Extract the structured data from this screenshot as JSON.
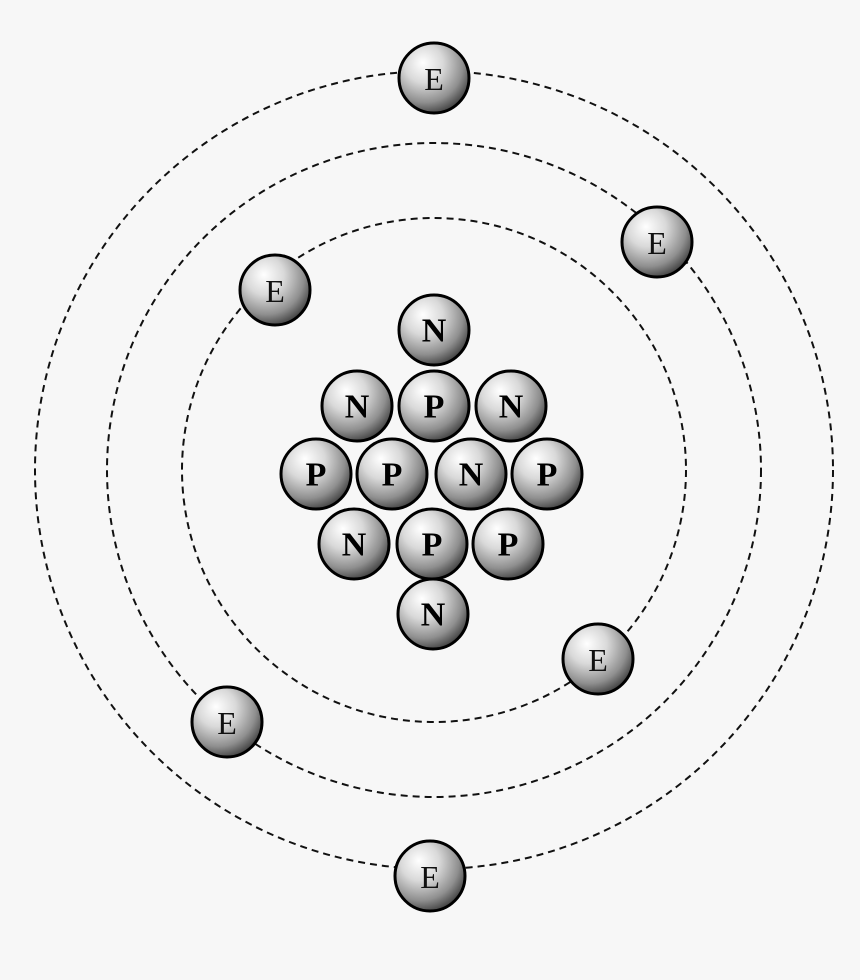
{
  "particles": {
    "nucleus": [
      {
        "label": "N"
      },
      {
        "label": "N"
      },
      {
        "label": "P"
      },
      {
        "label": "N"
      },
      {
        "label": "P"
      },
      {
        "label": "P"
      },
      {
        "label": "N"
      },
      {
        "label": "P"
      },
      {
        "label": "N"
      },
      {
        "label": "P"
      },
      {
        "label": "P"
      },
      {
        "label": "N"
      }
    ],
    "electrons": [
      {
        "label": "E"
      },
      {
        "label": "E"
      },
      {
        "label": "E"
      },
      {
        "label": "E"
      },
      {
        "label": "E"
      },
      {
        "label": "E"
      }
    ]
  },
  "colors": {
    "background": "#f7f7f7",
    "sphere_highlight": "#ffffff",
    "sphere_mid": "#bdbdbd",
    "sphere_shadow": "#3d3d3d",
    "outline": "#000000"
  }
}
